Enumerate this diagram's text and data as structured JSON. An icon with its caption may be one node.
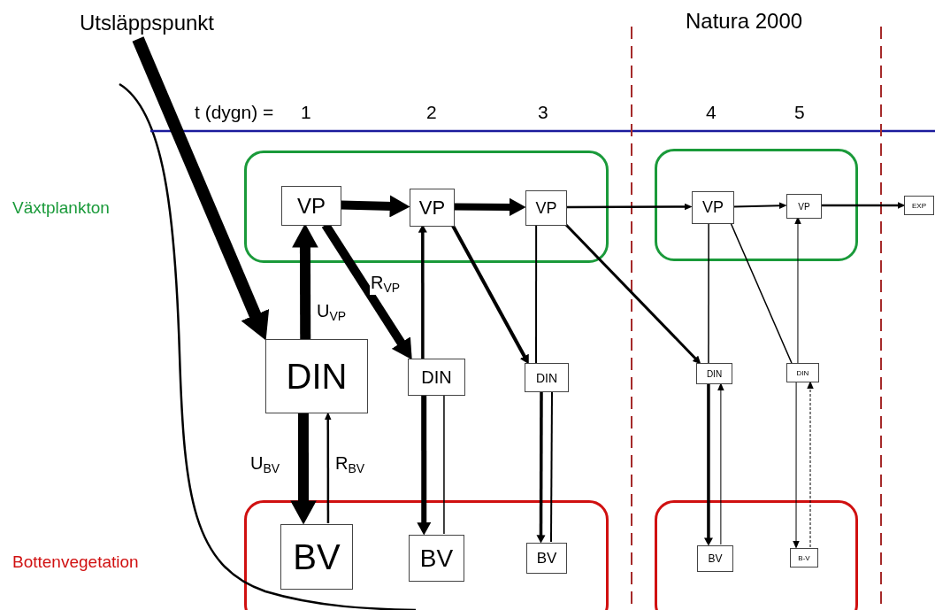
{
  "diagram": {
    "nodes": [
      {
        "text": [],
        "shape": "box"
      },
      {
        "text": [
          "VP"
        ],
        "in": 0
      },
      {
        "text": [
          "VP"
        ],
        "in": 0
      },
      {
        "text": [
          "VP"
        ],
        "in": 0
      },
      {
        "text": [],
        "shape": "box"
      },
      {
        "text": [
          "VP"
        ],
        "in": 4
      },
      {
        "text": [
          "VP"
        ],
        "in": 4
      },
      {
        "text": [
          "EXP"
        ]
      },
      {
        "text": [
          "Utsläppspunkt"
        ]
      },
      {
        "text": [
          "DIN"
        ]
      },
      {
        "text": [
          "DIN"
        ]
      },
      {
        "text": [
          "DIN"
        ]
      },
      {
        "text": [
          "DIN"
        ]
      },
      {
        "text": [
          "DIN"
        ]
      },
      {
        "text": [],
        "shape": "box"
      },
      {
        "text": [
          "BV"
        ],
        "in": 14
      },
      {
        "text": [
          "BV"
        ],
        "in": 14
      },
      {
        "text": [
          "BV"
        ],
        "in": 14
      },
      {
        "text": [],
        "shape": "box"
      },
      {
        "text": [
          "BV"
        ],
        "in": 18
      },
      {
        "text": [
          "B-V"
        ],
        "in": 18
      }
    ],
    "edges": [
      {
        "from": 8,
        "to": 9,
        "arrow": "to",
        "style": "thick"
      },
      {
        "from": 1,
        "to": 2,
        "arrow": "to",
        "style": "thick"
      },
      {
        "from": 2,
        "to": 3,
        "arrow": "to",
        "style": "thick"
      },
      {
        "from": 3,
        "to": 5,
        "arrow": "to"
      },
      {
        "from": 5,
        "to": 6,
        "arrow": "to"
      },
      {
        "from": 6,
        "to": 7,
        "arrow": "to"
      },
      {
        "from": 9,
        "to": 1,
        "arrow": "to",
        "style": "thick",
        "label": "U$_{VP}$"
      },
      {
        "from": 1,
        "to": 10,
        "arrow": "to",
        "style": "thick",
        "label": "R$_{VP}$"
      },
      {
        "from": 9,
        "to": 15,
        "arrow": "to",
        "style": "thick",
        "label": "U$_{BV}$"
      },
      {
        "from": 15,
        "to": 9,
        "arrow": "to",
        "label": "R$_{BV}$"
      },
      {
        "from": 10,
        "to": 2,
        "arrow": "to"
      },
      {
        "from": 2,
        "to": 11,
        "arrow": "to"
      },
      {
        "from": 10,
        "to": 16,
        "arrow": "to",
        "style": "thick"
      },
      {
        "from": 16,
        "to": 10,
        "arrow": "none"
      },
      {
        "from": 11,
        "to": 3,
        "arrow": "none"
      },
      {
        "from": 3,
        "to": 12,
        "arrow": "to"
      },
      {
        "from": 11,
        "to": 17,
        "arrow": "to"
      },
      {
        "from": 17,
        "to": 11,
        "arrow": "none"
      },
      {
        "from": 5,
        "to": 12,
        "arrow": "none"
      },
      {
        "from": 5,
        "to": 13,
        "arrow": "none"
      },
      {
        "from": 13,
        "to": 6,
        "arrow": "to"
      },
      {
        "from": 12,
        "to": 19,
        "arrow": "to"
      },
      {
        "from": 19,
        "to": 12,
        "arrow": "to"
      },
      {
        "from": 13,
        "to": 20,
        "arrow": "to"
      },
      {
        "from": 20,
        "to": 13,
        "arrow": "to",
        "style": "dashed"
      }
    ],
    "labels": [
      "t (dygn) =",
      "1",
      "2",
      "3",
      "4",
      "5",
      "Natura 2000",
      "Växtplankton",
      "Bottenvegetation"
    ]
  }
}
